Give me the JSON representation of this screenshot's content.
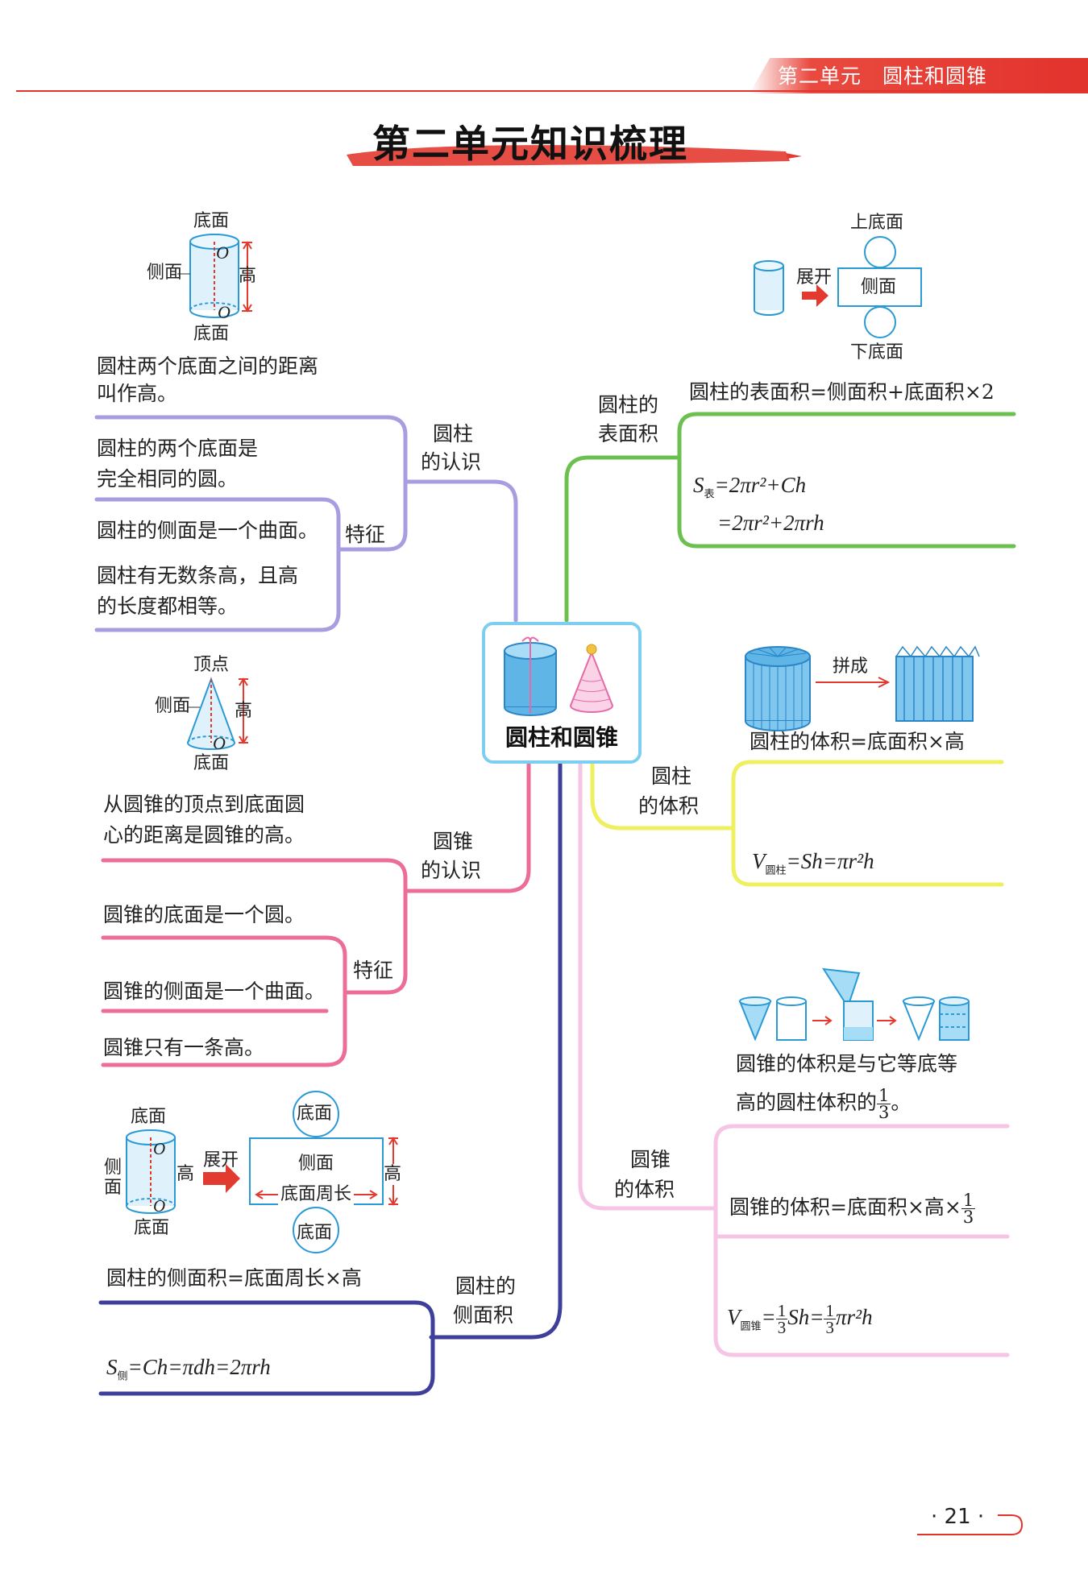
{
  "header": {
    "unit_label": "第二单元　圆柱和圆锥"
  },
  "title": "第二单元知识梳理",
  "center": {
    "label": "圆柱和圆锥"
  },
  "left": {
    "cylinder_diagram": {
      "top": "底面",
      "side": "侧面",
      "height": "高",
      "bottom": "底面",
      "point": "O"
    },
    "cylinder_height_def": [
      "圆柱两个底面之间的距离",
      "叫作高。"
    ],
    "cylinder_branch": [
      "圆柱",
      "的认识"
    ],
    "cylinder_feature_label": "特征",
    "cylinder_features": [
      [
        "圆柱的两个底面是",
        "完全相同的圆。"
      ],
      [
        "圆柱的侧面是一个曲面。"
      ],
      [
        "圆柱有无数条高，且高",
        "的长度都相等。"
      ]
    ],
    "cone_diagram": {
      "apex": "顶点",
      "side": "侧面",
      "height": "高",
      "bottom": "底面",
      "point": "O"
    },
    "cone_height_def": [
      "从圆锥的顶点到底面圆",
      "心的距离是圆锥的高。"
    ],
    "cone_branch": [
      "圆锥",
      "的认识"
    ],
    "cone_feature_label": "特征",
    "cone_features": [
      "圆锥的底面是一个圆。",
      "圆锥的侧面是一个曲面。",
      "圆锥只有一条高。"
    ],
    "lateral_diagram": {
      "top": "底面",
      "side_a": "侧",
      "side_b": "面",
      "height": "高",
      "bottom": "底面",
      "unfold": "展开",
      "rect_top": "底面",
      "rect_mid": "侧面",
      "rect_bottom_len": "底面周长",
      "rect_height": "高",
      "rect_base": "底面",
      "point": "O"
    },
    "lateral_formula_text": "圆柱的侧面积=底面周长×高",
    "lateral_branch": [
      "圆柱的",
      "侧面积"
    ],
    "lateral_formula_math": {
      "S": "S",
      "sub": "侧",
      "rest": "=Ch=πdh=2πrh"
    }
  },
  "right": {
    "unfold_diagram": {
      "top": "上底面",
      "unfold": "展开",
      "side": "侧面",
      "bottom": "下底面"
    },
    "surface_branch": [
      "圆柱的",
      "表面积"
    ],
    "surface_formula_text": "圆柱的表面积=侧面积+底面积×2",
    "surface_formula_math": {
      "S": "S",
      "sub": "表",
      "line1": "=2πr²+Ch",
      "line2": "=2πr²+2πrh"
    },
    "volume_diagram": {
      "combine": "拼成"
    },
    "cyl_volume_text": "圆柱的体积=底面积×高",
    "cyl_volume_branch": [
      "圆柱",
      "的体积"
    ],
    "cyl_volume_math": {
      "V": "V",
      "sub": "圆柱",
      "rest": "=Sh=πr²h"
    },
    "cone_volume_text": [
      "圆锥的体积是与它等底等",
      "高的圆柱体积的"
    ],
    "cone_volume_frac": {
      "num": "1",
      "den": "3",
      "end": "。"
    },
    "cone_volume_branch": [
      "圆锥",
      "的体积"
    ],
    "cone_volume_formula": "圆锥的体积=底面积×高×",
    "cone_volume_math": {
      "V": "V",
      "sub": "圆锥",
      "eq": "=",
      "mid": "Sh=",
      "end": "πr²h"
    }
  },
  "page_number": "· 21 ·",
  "colors": {
    "purple": "#a99ce0",
    "green": "#6cc050",
    "pink": "#ec6c9a",
    "navy": "#3e3f9a",
    "yellow": "#eef060",
    "lightpink": "#f6c4e4",
    "title_red": "#e2322c",
    "cyan": "#7ccff0"
  }
}
